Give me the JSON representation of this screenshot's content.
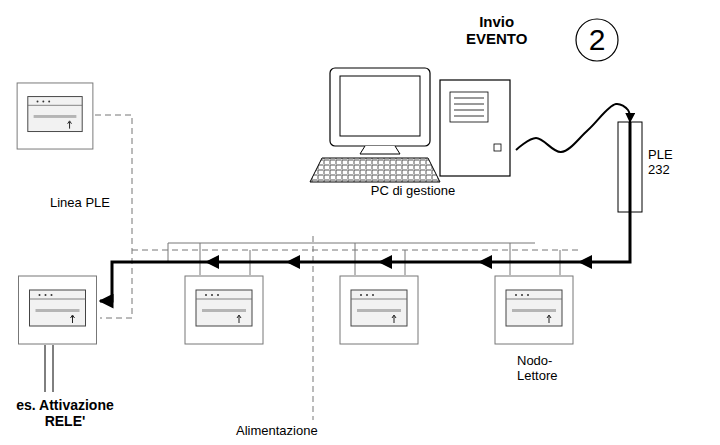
{
  "diagram": {
    "nodes": [
      {
        "text": [
          "PC di gestione"
        ]
      },
      {
        "text": [
          "PLE 232"
        ]
      },
      {
        "text": [
          "Nodo-Lettore"
        ]
      },
      {
        "text": [
          "es. Attivazione RELE'"
        ]
      }
    ],
    "edges": [
      {
        "from": 0,
        "to": 1,
        "arrow": "to"
      },
      {
        "from": 1,
        "to": 3,
        "arrow": "to"
      }
    ],
    "labels": [
      "Invio EVENTO",
      "2",
      "Linea PLE",
      "Alimentazione"
    ]
  }
}
